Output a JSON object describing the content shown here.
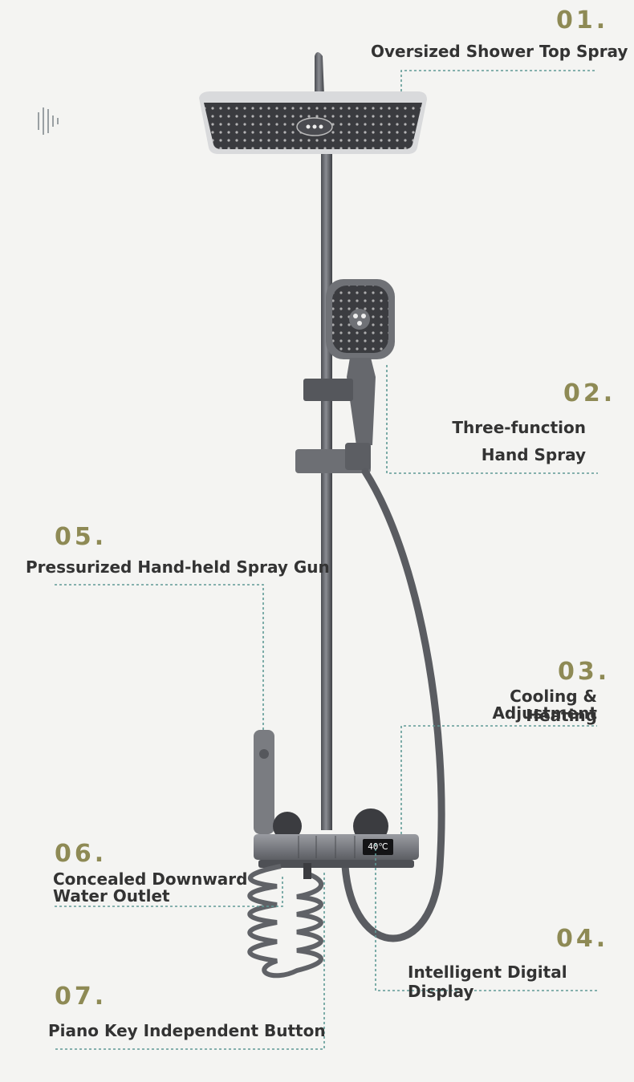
{
  "colors": {
    "accent": "#8e8a55",
    "dashed_line": "#5f9a96",
    "text": "#333333"
  },
  "callouts": [
    {
      "number": "01.",
      "label": "Oversized Shower Top Spray"
    },
    {
      "number": "02.",
      "label_line1": "Three-function",
      "label_line2": "Hand Spray"
    },
    {
      "number": "03.",
      "label_line1": "Cooling & Heating",
      "label_line2": "Adjustment"
    },
    {
      "number": "04.",
      "label": "Intelligent Digital Display"
    },
    {
      "number": "05.",
      "label": "Pressurized Hand-held Spray Gun"
    },
    {
      "number": "06.",
      "label_line1": "Concealed Downward",
      "label_line2": "Water Outlet"
    },
    {
      "number": "07.",
      "label": "Piano Key Independent Button"
    }
  ],
  "display": {
    "temperature": "40℃"
  },
  "icons": {
    "corner_logo": "sound-wave-icon"
  }
}
